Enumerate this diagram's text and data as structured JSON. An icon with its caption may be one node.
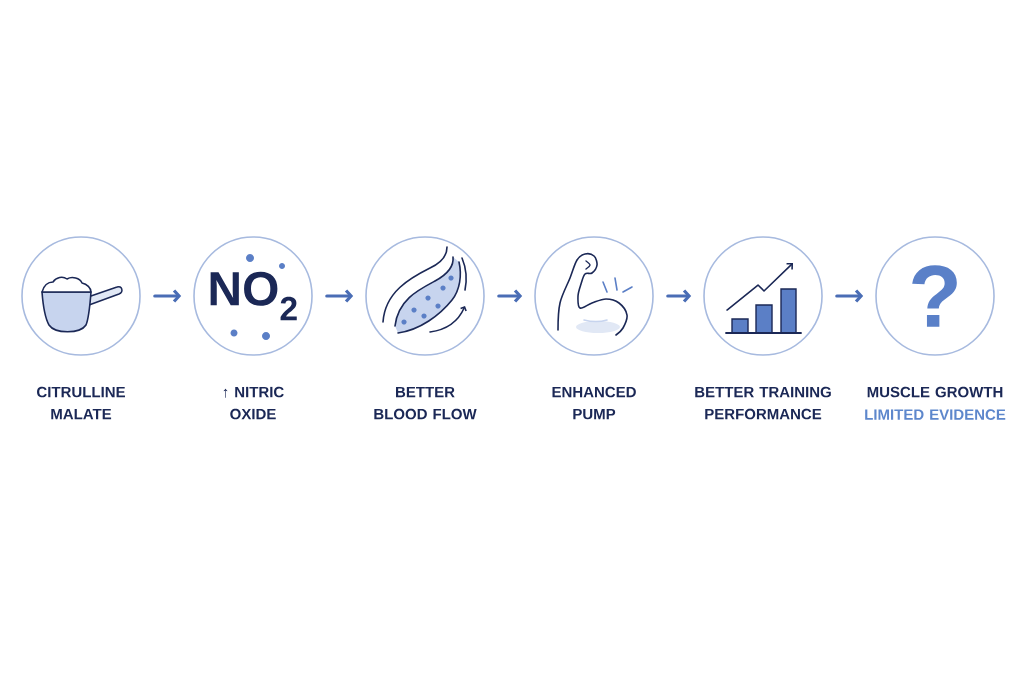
{
  "diagram": {
    "nodes": [
      {
        "text": [
          "CITRULLINE MALATE"
        ]
      },
      {
        "text": [
          "NO$_{2}$",
          "↑ NITRIC OXIDE"
        ]
      },
      {
        "text": [
          "BETTER BLOOD FLOW"
        ]
      },
      {
        "text": [
          "ENHANCED PUMP"
        ]
      },
      {
        "text": [
          "BETTER TRAINING PERFORMANCE"
        ]
      },
      {
        "text": [
          "?",
          "MUSCLE GROWTH",
          "LIMITED EVIDENCE"
        ]
      }
    ],
    "edges": [
      {
        "from": 0,
        "to": 1,
        "arrow": "to"
      },
      {
        "from": 1,
        "to": 2,
        "arrow": "to"
      },
      {
        "from": 2,
        "to": 3,
        "arrow": "to"
      },
      {
        "from": 3,
        "to": 4,
        "arrow": "to"
      },
      {
        "from": 4,
        "to": 5,
        "arrow": "to"
      }
    ]
  }
}
